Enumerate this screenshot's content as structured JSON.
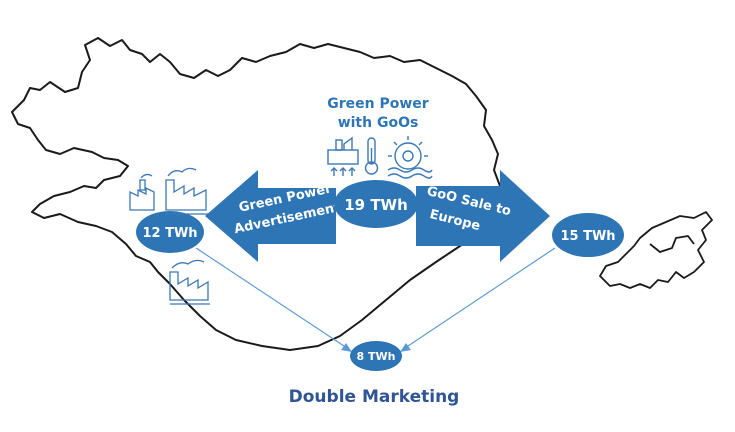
{
  "colors": {
    "accent": "#2e75b6",
    "heading": "#2f5597",
    "icon": "#3a78b5",
    "outline": "#1a1a1a",
    "connector": "#5b9bd5"
  },
  "source": {
    "title_line1": "Green Power",
    "title_line2": "with GoOs",
    "value": "19 TWh"
  },
  "domestic": {
    "value": "12 TWh",
    "arrow_line1": "Green Power",
    "arrow_line2": "Advertisement"
  },
  "export": {
    "value": "15 TWh",
    "arrow_line1": "GoO Sale to",
    "arrow_line2": "Europe"
  },
  "overlap": {
    "value": "8 TWh",
    "caption": "Double Marketing"
  },
  "icons": [
    "factory-icon",
    "factory-icon",
    "factory-icon",
    "geothermal-plant-icon",
    "thermometer-icon",
    "water-wheel-icon"
  ]
}
